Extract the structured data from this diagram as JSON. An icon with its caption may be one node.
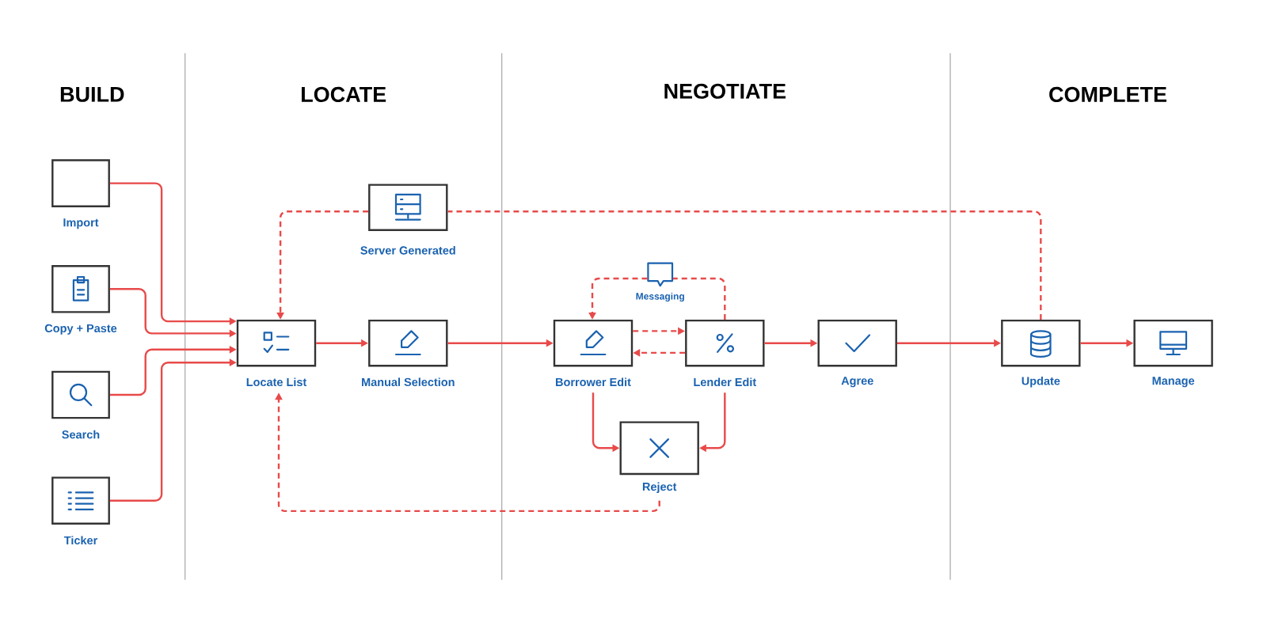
{
  "diagram": {
    "nodes": [
      {
        "text": [
          "Import"
        ]
      },
      {
        "text": [
          "Copy + Paste"
        ]
      },
      {
        "text": [
          "Search"
        ]
      },
      {
        "text": [
          "Ticker"
        ]
      },
      {
        "text": [
          "Locate List"
        ]
      },
      {
        "text": [
          "Manual Selection"
        ]
      },
      {
        "text": [
          "Server Generated"
        ]
      },
      {
        "text": [
          "Borrower Edit"
        ]
      },
      {
        "text": [
          "Messaging"
        ]
      },
      {
        "text": [
          "Lender Edit"
        ]
      },
      {
        "text": [
          "Agree"
        ]
      },
      {
        "text": [
          "Reject"
        ]
      },
      {
        "text": [
          "Update"
        ]
      },
      {
        "text": [
          "Manage"
        ]
      }
    ],
    "edges": [
      {
        "from": 0,
        "to": 4,
        "arrow": "to"
      },
      {
        "from": 1,
        "to": 4,
        "arrow": "to"
      },
      {
        "from": 2,
        "to": 4,
        "arrow": "to"
      },
      {
        "from": 3,
        "to": 4,
        "arrow": "to"
      },
      {
        "from": 4,
        "to": 5,
        "arrow": "to"
      },
      {
        "from": 5,
        "to": 7,
        "arrow": "to"
      },
      {
        "from": 7,
        "to": 9,
        "arrow": "to",
        "style": "dashed"
      },
      {
        "from": 9,
        "to": 7,
        "arrow": "to",
        "style": "dashed"
      },
      {
        "from": 9,
        "to": 10,
        "arrow": "to"
      },
      {
        "from": 10,
        "to": 12,
        "arrow": "to"
      },
      {
        "from": 12,
        "to": 13,
        "arrow": "to"
      },
      {
        "from": 7,
        "to": 11,
        "arrow": "to"
      },
      {
        "from": 9,
        "to": 11,
        "arrow": "to"
      },
      {
        "from": 11,
        "to": 4,
        "arrow": "to",
        "style": "dashed"
      },
      {
        "from": 9,
        "to": 8,
        "arrow": "none",
        "style": "dashed"
      },
      {
        "from": 8,
        "to": 7,
        "arrow": "to",
        "style": "dashed"
      },
      {
        "from": 12,
        "to": 6,
        "arrow": "none",
        "style": "dashed"
      },
      {
        "from": 6,
        "to": 4,
        "arrow": "to",
        "style": "dashed"
      }
    ],
    "labels": [
      "BUILD",
      "LOCATE",
      "NEGOTIATE",
      "COMPLETE"
    ]
  }
}
